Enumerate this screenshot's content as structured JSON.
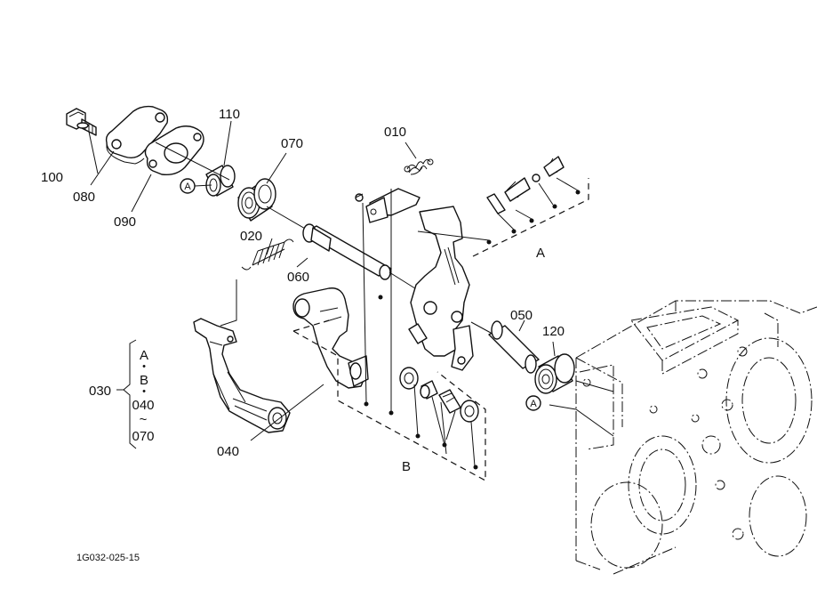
{
  "drawing_code": "1G032-025-15",
  "part_labels": {
    "p010": "010",
    "p020": "020",
    "p030": "030",
    "p040": "040",
    "p050": "050",
    "p060": "060",
    "p070": "070",
    "p080": "080",
    "p090": "090",
    "p100": "100",
    "p110": "110",
    "p120": "120"
  },
  "group_labels": {
    "a": "A",
    "b": "B"
  },
  "ref_markers": {
    "upper": "A",
    "lower": "A"
  },
  "kit_030": {
    "line1": "A",
    "sep1": "•",
    "line2": "B",
    "sep2": "•",
    "line3": "040",
    "sep3": "~",
    "line4": "070"
  }
}
